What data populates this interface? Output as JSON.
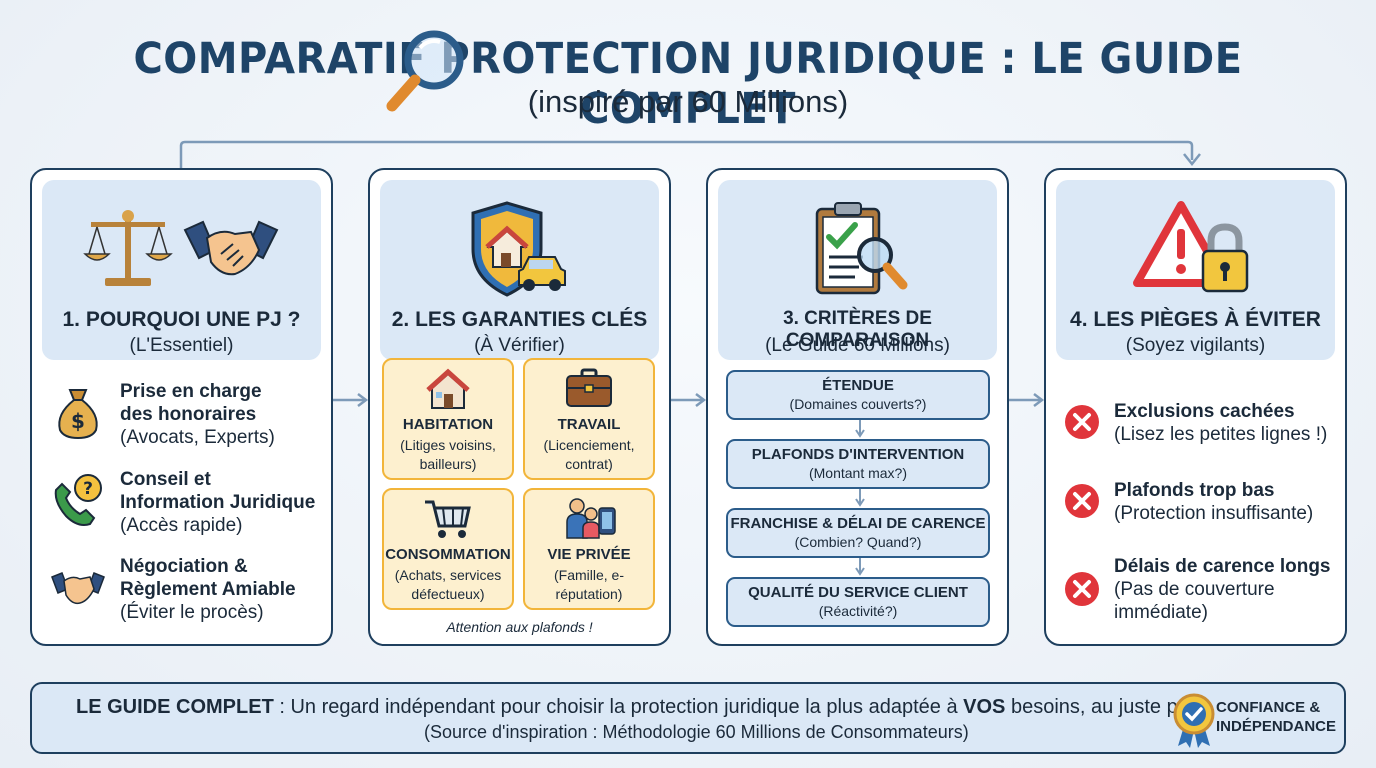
{
  "header": {
    "title": "COMPARATIF PROTECTION JURIDIQUE : LE GUIDE COMPLET",
    "subtitle": "(inspiré par 60 Millions)"
  },
  "cards": [
    {
      "title": "1. POURQUOI UNE PJ ?",
      "subtitle": "(L'Essentiel)",
      "items": [
        {
          "title_l1": "Prise en charge",
          "title_l2": "des honoraires",
          "detail": "(Avocats, Experts)",
          "icon": "money-bag-icon"
        },
        {
          "title_l1": "Conseil et",
          "title_l2": "Information Juridique",
          "detail": "(Accès rapide)",
          "icon": "phone-question-icon"
        },
        {
          "title_l1": "Négociation &",
          "title_l2": "Règlement Amiable",
          "detail": "(Éviter le procès)",
          "icon": "handshake-icon"
        }
      ]
    },
    {
      "title": "2. LES GARANTIES CLÉS",
      "subtitle": "(À Vérifier)",
      "tiles": [
        {
          "label": "HABITATION",
          "detail_l1": "(Litiges voisins,",
          "detail_l2": "bailleurs)",
          "icon": "house-icon"
        },
        {
          "label": "TRAVAIL",
          "detail_l1": "(Licenciement,",
          "detail_l2": "contrat)",
          "icon": "briefcase-icon"
        },
        {
          "label": "CONSOMMATION",
          "detail_l1": "(Achats, services",
          "detail_l2": "défectueux)",
          "icon": "shopping-cart-icon"
        },
        {
          "label": "VIE PRIVÉE",
          "detail_l1": "(Famille, e-",
          "detail_l2": "réputation)",
          "icon": "family-icon"
        }
      ],
      "note": "Attention aux plafonds !"
    },
    {
      "title": "3. CRITÈRES DE COMPARAISON",
      "subtitle": "(Le Guide 60 Millions)",
      "criteria": [
        {
          "label": "ÉTENDUE",
          "detail": "(Domaines couverts?)"
        },
        {
          "label": "PLAFONDS D'INTERVENTION",
          "detail": "(Montant max?)"
        },
        {
          "label": "FRANCHISE & DÉLAI DE CARENCE",
          "detail": "(Combien? Quand?)"
        },
        {
          "label": "QUALITÉ DU SERVICE CLIENT",
          "detail": "(Réactivité?)"
        }
      ]
    },
    {
      "title": "4. LES PIÈGES À ÉVITER",
      "subtitle": "(Soyez vigilants)",
      "traps": [
        {
          "title": "Exclusions cachées",
          "detail_l1": "(Lisez les petites lignes !)",
          "detail_l2": ""
        },
        {
          "title": "Plafonds trop bas",
          "detail_l1": "(Protection insuffisante)",
          "detail_l2": ""
        },
        {
          "title": "Délais de carence longs",
          "detail_l1": "(Pas de couverture",
          "detail_l2": "immédiate)"
        }
      ]
    }
  ],
  "footer": {
    "lead": "LE GUIDE COMPLET",
    "text_a": " : Un regard indépendant pour choisir la protection juridique la plus adaptée à ",
    "emph": "VOS",
    "text_b": " besoins, au juste prix.",
    "source": "(Source d'inspiration : Méthodologie 60 Millions de Consommateurs)",
    "badge_l1": "CONFIANCE &",
    "badge_l2": "INDÉPENDANCE"
  },
  "colors": {
    "navy": "#1e3f5e",
    "panel": "#dbe8f6",
    "tile_fill": "#fdf0cf",
    "tile_border": "#f2b53a",
    "danger": "#e0353b"
  }
}
